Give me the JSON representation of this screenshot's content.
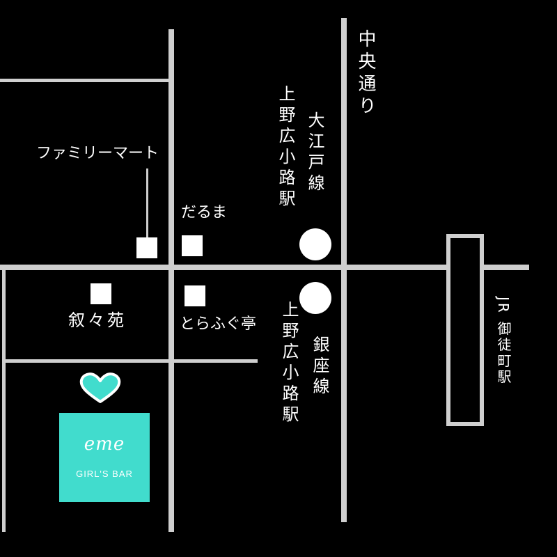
{
  "map": {
    "colors": {
      "background": "#000000",
      "road": "#cfcfcf",
      "label": "#ffffff",
      "brand": "#41dccd"
    },
    "streets": {
      "chuo_dori": "中央通り"
    },
    "stations": {
      "oedo": {
        "line": "大江戸線",
        "name": "上野広小路駅"
      },
      "ginza": {
        "line": "銀座線",
        "name": "上野広小路駅"
      },
      "jr": {
        "name": "JR 御徒町駅"
      }
    },
    "landmarks": {
      "familymart": "ファミリーマート",
      "daruma": "だるま",
      "jojoen": "叙々苑",
      "torafugu": "とらふぐ亭"
    },
    "destination": {
      "name": "eme",
      "subtitle": "GIRL'S BAR",
      "icon": "heart-icon"
    }
  }
}
